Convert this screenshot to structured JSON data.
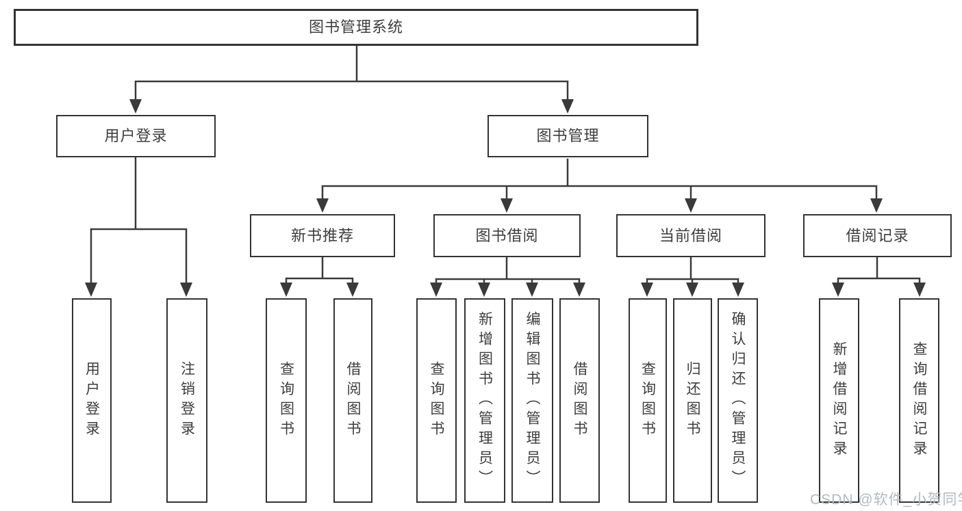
{
  "tree": {
    "label": "图书管理系统",
    "children": [
      {
        "label": "用户登录",
        "children": [
          {
            "label": "用户登录"
          },
          {
            "label": "注销登录"
          }
        ]
      },
      {
        "label": "图书管理",
        "children": [
          {
            "label": "新书推荐",
            "children": [
              {
                "label": "查询图书"
              },
              {
                "label": "借阅图书"
              }
            ]
          },
          {
            "label": "图书借阅",
            "children": [
              {
                "label": "查询图书"
              },
              {
                "label": "新增图书（管理员）"
              },
              {
                "label": "编辑图书（管理员）"
              },
              {
                "label": "借阅图书"
              }
            ]
          },
          {
            "label": "当前借阅",
            "children": [
              {
                "label": "查询图书"
              },
              {
                "label": "归还图书"
              },
              {
                "label": "确认归还（管理员）"
              }
            ]
          },
          {
            "label": "借阅记录",
            "children": [
              {
                "label": "新增借阅记录"
              },
              {
                "label": "查询借阅记录"
              }
            ]
          }
        ]
      }
    ]
  },
  "watermark": {
    "text": "CSDN @软件_小贺同学"
  },
  "colors": {
    "line": "#3a3a3a",
    "box_border": "#333333",
    "text": "#3d3d3d",
    "background": "#ffffff",
    "watermark": "#b4b8c0"
  }
}
